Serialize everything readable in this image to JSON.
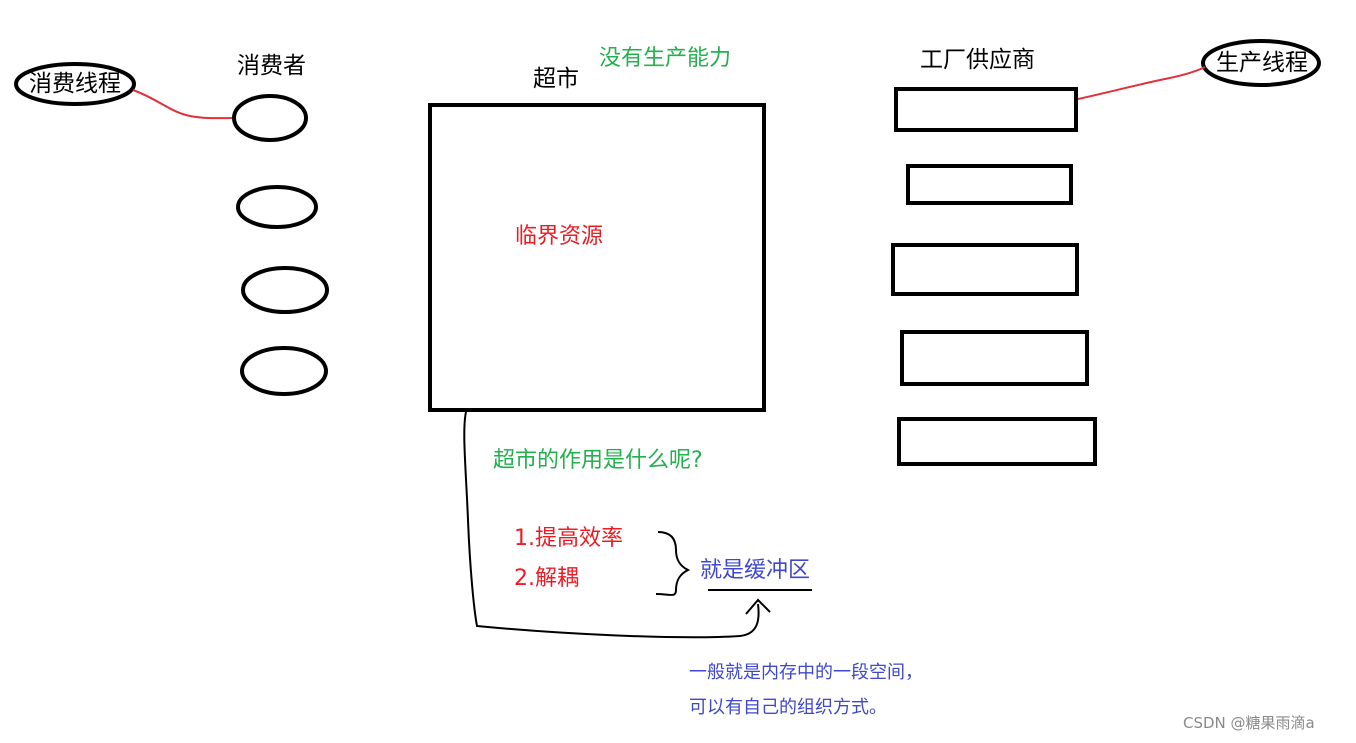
{
  "consumer_thread": "消费线程",
  "consumers": "消费者",
  "supermarket": "超市",
  "no_production": "没有生产能力",
  "critical_resource": "临界资源",
  "factory_suppliers": "工厂供应商",
  "producer_thread": "生产线程",
  "question": "超市的作用是什么呢?",
  "point1": "1.提高效率",
  "point2": "2.解耦",
  "buffer": "就是缓冲区",
  "note_line1": "一般就是内存中的一段空间，",
  "note_line2": "可以有自己的组织方式。",
  "watermark": "CSDN @糖果雨滴a",
  "colors": {
    "stroke": "#000000",
    "connector": "#e0303a",
    "green_text": "#22b14c",
    "red_text": "#ed1c24",
    "blue_text": "#3f48cc"
  }
}
